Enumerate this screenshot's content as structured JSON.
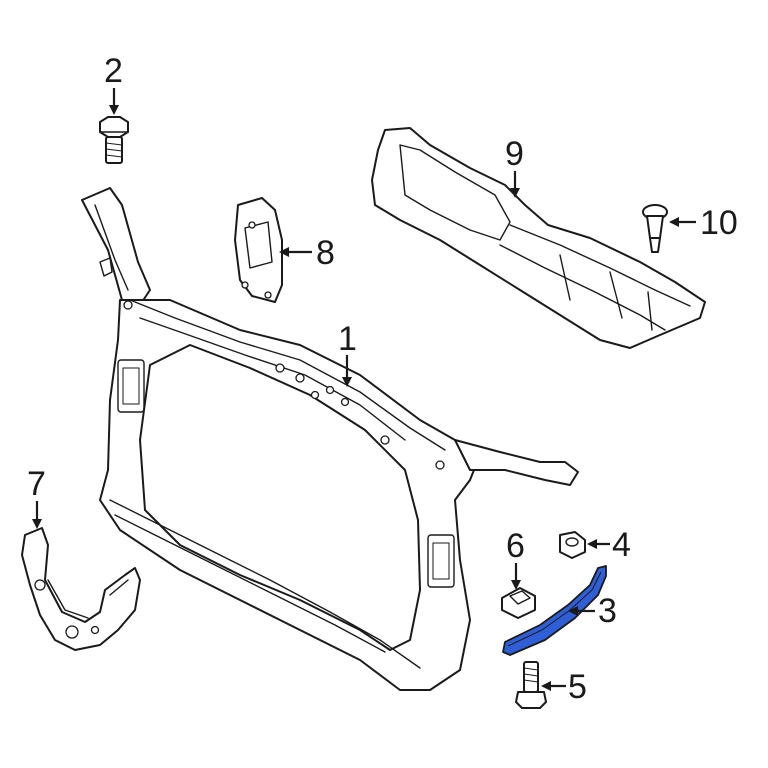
{
  "accent_color": "#2f5fd6",
  "callouts": [
    {
      "id": "1",
      "label": "1"
    },
    {
      "id": "2",
      "label": "2"
    },
    {
      "id": "3",
      "label": "3"
    },
    {
      "id": "4",
      "label": "4"
    },
    {
      "id": "5",
      "label": "5"
    },
    {
      "id": "6",
      "label": "6"
    },
    {
      "id": "7",
      "label": "7"
    },
    {
      "id": "8",
      "label": "8"
    },
    {
      "id": "9",
      "label": "9"
    },
    {
      "id": "10",
      "label": "10"
    }
  ]
}
